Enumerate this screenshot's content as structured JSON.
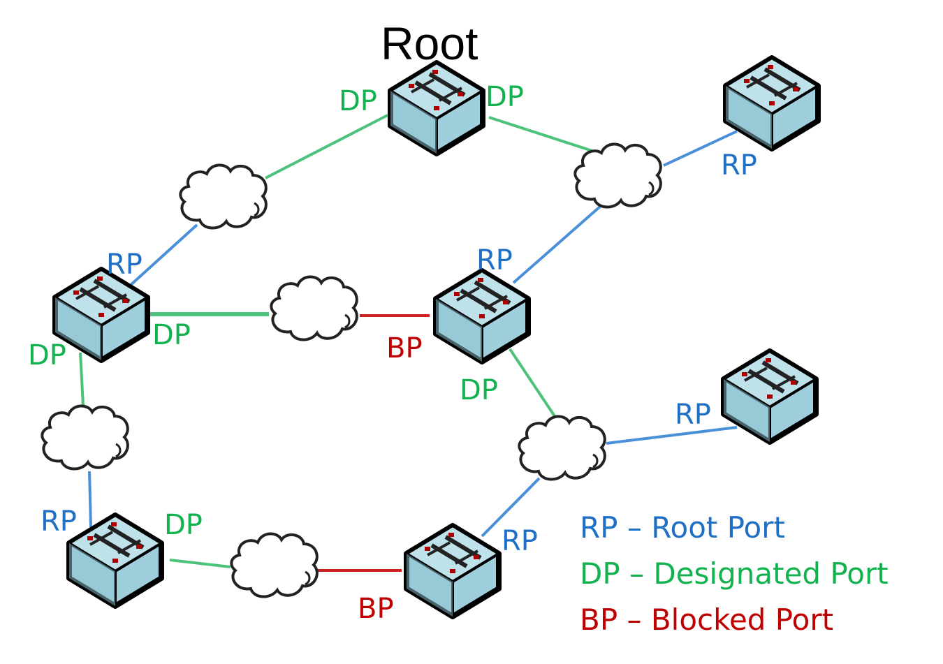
{
  "title": "Root",
  "colors": {
    "rp": "#1f6fc5",
    "dp": "#12b24f",
    "bp": "#c00000",
    "rp_line": "#4a90d9",
    "dp_line": "#4cc27a",
    "bp_line": "#cc2222",
    "switch_fill": "#a8d4e0",
    "switch_top": "#b9dde8",
    "switch_stroke": "#000000",
    "port_dot": "#aa0000"
  },
  "switches": [
    {
      "id": "root",
      "name": "Root switch"
    },
    {
      "id": "top-right",
      "name": "Top-right switch"
    },
    {
      "id": "mid-left",
      "name": "Middle-left switch"
    },
    {
      "id": "mid-center",
      "name": "Middle-center switch"
    },
    {
      "id": "right",
      "name": "Right switch"
    },
    {
      "id": "bottom-left",
      "name": "Bottom-left switch"
    },
    {
      "id": "bottom-center",
      "name": "Bottom-center switch"
    }
  ],
  "links": [
    {
      "id": "root-left",
      "role": "dp",
      "from": "root",
      "to": "mid-left",
      "via_cloud": 1
    },
    {
      "id": "root-right",
      "role": "dp",
      "from": "root",
      "to": "cloud-2"
    },
    {
      "id": "cloud2-topright",
      "role": "rp",
      "from": "cloud-2",
      "to": "top-right"
    },
    {
      "id": "cloud2-midcenter",
      "role": "rp",
      "from": "cloud-2",
      "to": "mid-center"
    },
    {
      "id": "midleft-cloud3",
      "role": "dp",
      "from": "mid-left",
      "to": "cloud-3"
    },
    {
      "id": "cloud3-midcenter",
      "role": "bp",
      "from": "cloud-3",
      "to": "mid-center"
    },
    {
      "id": "midleft-cloud4",
      "role": "dp",
      "from": "mid-left",
      "to": "cloud-4"
    },
    {
      "id": "cloud4-bottomleft",
      "role": "rp",
      "from": "cloud-4",
      "to": "bottom-left"
    },
    {
      "id": "midcenter-cloud5",
      "role": "dp",
      "from": "mid-center",
      "to": "cloud-5"
    },
    {
      "id": "cloud5-right",
      "role": "rp",
      "from": "cloud-5",
      "to": "right"
    },
    {
      "id": "cloud5-bottomcenter",
      "role": "rp",
      "from": "cloud-5",
      "to": "bottom-center"
    },
    {
      "id": "bottomleft-cloud6",
      "role": "dp",
      "from": "bottom-left",
      "to": "cloud-6"
    },
    {
      "id": "cloud6-bottomcenter",
      "role": "bp",
      "from": "cloud-6",
      "to": "bottom-center"
    }
  ],
  "port_labels": [
    {
      "text": "DP",
      "role": "dp",
      "switch": "root",
      "side": "left"
    },
    {
      "text": "DP",
      "role": "dp",
      "switch": "root",
      "side": "right"
    },
    {
      "text": "RP",
      "role": "rp",
      "switch": "top-right",
      "side": "below"
    },
    {
      "text": "RP",
      "role": "rp",
      "switch": "mid-left",
      "side": "top"
    },
    {
      "text": "DP",
      "role": "dp",
      "switch": "mid-left",
      "side": "right"
    },
    {
      "text": "DP",
      "role": "dp",
      "switch": "mid-left",
      "side": "bottom"
    },
    {
      "text": "RP",
      "role": "rp",
      "switch": "mid-center",
      "side": "top"
    },
    {
      "text": "BP",
      "role": "bp",
      "switch": "mid-center",
      "side": "left"
    },
    {
      "text": "DP",
      "role": "dp",
      "switch": "mid-center",
      "side": "bottom"
    },
    {
      "text": "RP",
      "role": "rp",
      "switch": "right",
      "side": "left"
    },
    {
      "text": "RP",
      "role": "rp",
      "switch": "bottom-left",
      "side": "top"
    },
    {
      "text": "DP",
      "role": "dp",
      "switch": "bottom-left",
      "side": "right"
    },
    {
      "text": "RP",
      "role": "rp",
      "switch": "bottom-center",
      "side": "right"
    },
    {
      "text": "BP",
      "role": "bp",
      "switch": "bottom-center",
      "side": "left"
    }
  ],
  "legend": [
    {
      "abbr": "RP",
      "text": "RP – Root Port",
      "role": "rp"
    },
    {
      "abbr": "DP",
      "text": "DP – Designated Port",
      "role": "dp"
    },
    {
      "abbr": "BP",
      "text": "BP – Blocked Port",
      "role": "bp"
    }
  ]
}
